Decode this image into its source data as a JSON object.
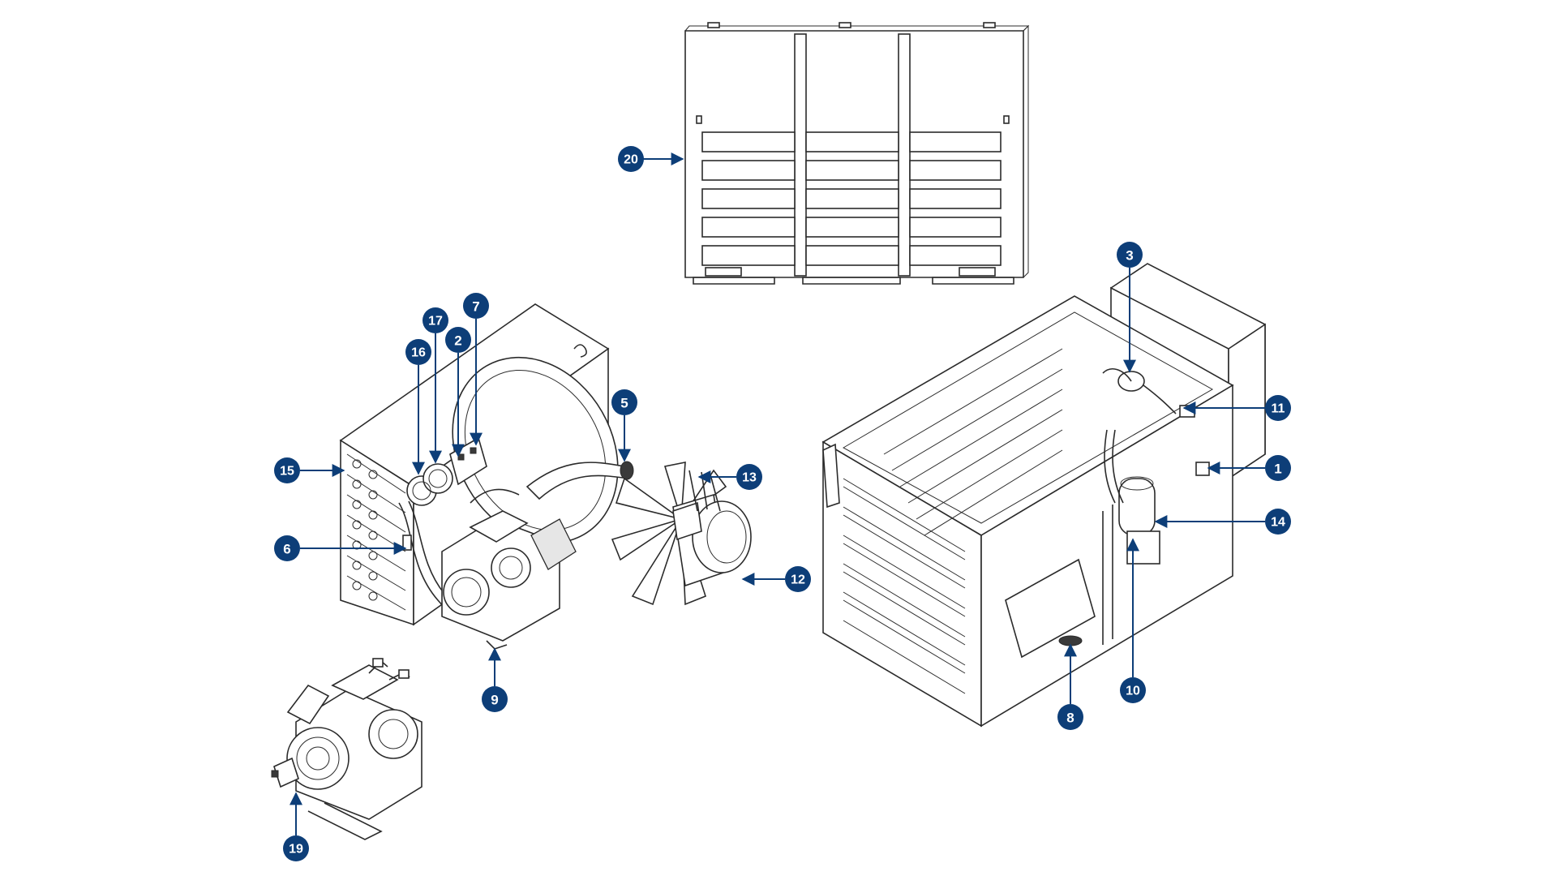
{
  "colors": {
    "callout_fill": "#0d3e78",
    "callout_text": "#ffffff",
    "arrow": "#0d3e78",
    "line_art": "#2b2b2b",
    "background": "#ffffff"
  },
  "callouts": [
    {
      "label": "1"
    },
    {
      "label": "2"
    },
    {
      "label": "3"
    },
    {
      "label": "5"
    },
    {
      "label": "6"
    },
    {
      "label": "7"
    },
    {
      "label": "8"
    },
    {
      "label": "9"
    },
    {
      "label": "10"
    },
    {
      "label": "11"
    },
    {
      "label": "12"
    },
    {
      "label": "13"
    },
    {
      "label": "14"
    },
    {
      "label": "15"
    },
    {
      "label": "16"
    },
    {
      "label": "17"
    },
    {
      "label": "19"
    },
    {
      "label": "20"
    }
  ]
}
